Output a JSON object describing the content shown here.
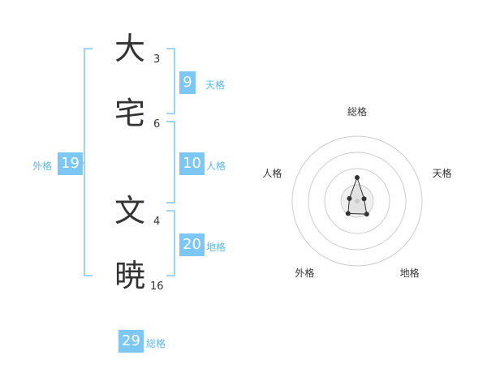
{
  "name": {
    "chars": [
      {
        "char": "大",
        "strokes": "3"
      },
      {
        "char": "宅",
        "strokes": "6"
      },
      {
        "char": "文",
        "strokes": "4"
      },
      {
        "char": "暁",
        "strokes": "16"
      }
    ]
  },
  "fortunes": {
    "tenkaku": {
      "value": "9",
      "label": "天格"
    },
    "jinkaku": {
      "value": "10",
      "label": "人格"
    },
    "chikaku": {
      "value": "20",
      "label": "地格"
    },
    "gaikaku": {
      "value": "19",
      "label": "外格"
    },
    "soukaku": {
      "value": "29",
      "label": "総格"
    }
  },
  "colors": {
    "accent": "#7cc7f4",
    "accent_text": "#5bb8ee",
    "text": "#333333"
  },
  "chart_data": {
    "type": "radar",
    "axes": [
      "総格",
      "天格",
      "地格",
      "外格",
      "人格"
    ],
    "values": [
      29,
      9,
      20,
      19,
      10
    ],
    "rings": 4
  }
}
